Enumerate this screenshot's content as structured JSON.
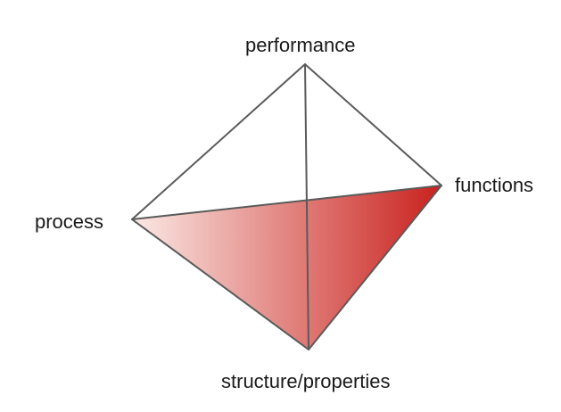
{
  "diagram": {
    "vertices": {
      "top": "performance",
      "right": "functions",
      "left": "process",
      "bottom": "structure/properties"
    },
    "shaded_face": [
      "left",
      "right",
      "bottom"
    ],
    "colors": {
      "edge": "#5a5a5a",
      "gradient_start": "#fbe9e5",
      "gradient_end": "#c9211d",
      "background": "#ffffff"
    }
  }
}
